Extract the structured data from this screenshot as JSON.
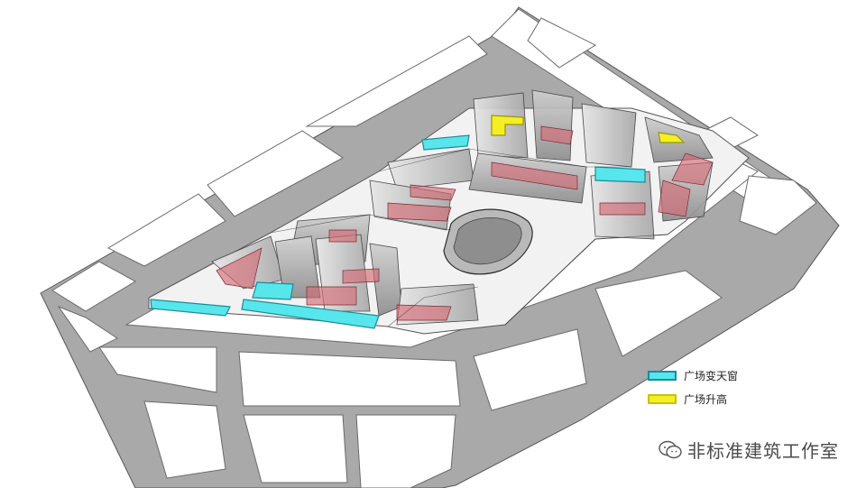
{
  "legend": {
    "items": [
      {
        "label": "广场变天窗",
        "color": "#56e6ec"
      },
      {
        "label": "广场升高",
        "color": "#f4ef22"
      }
    ]
  },
  "watermark": {
    "text": "非标准建筑工作室",
    "icon": "wechat-icon"
  },
  "colors": {
    "road": "#a7a7a7",
    "block": "#ffffff",
    "building_shadow": "#9a9a9a",
    "red_plane": "#d46c76",
    "skylight": "#56e6ec",
    "raised_plaza": "#f4ef22"
  }
}
